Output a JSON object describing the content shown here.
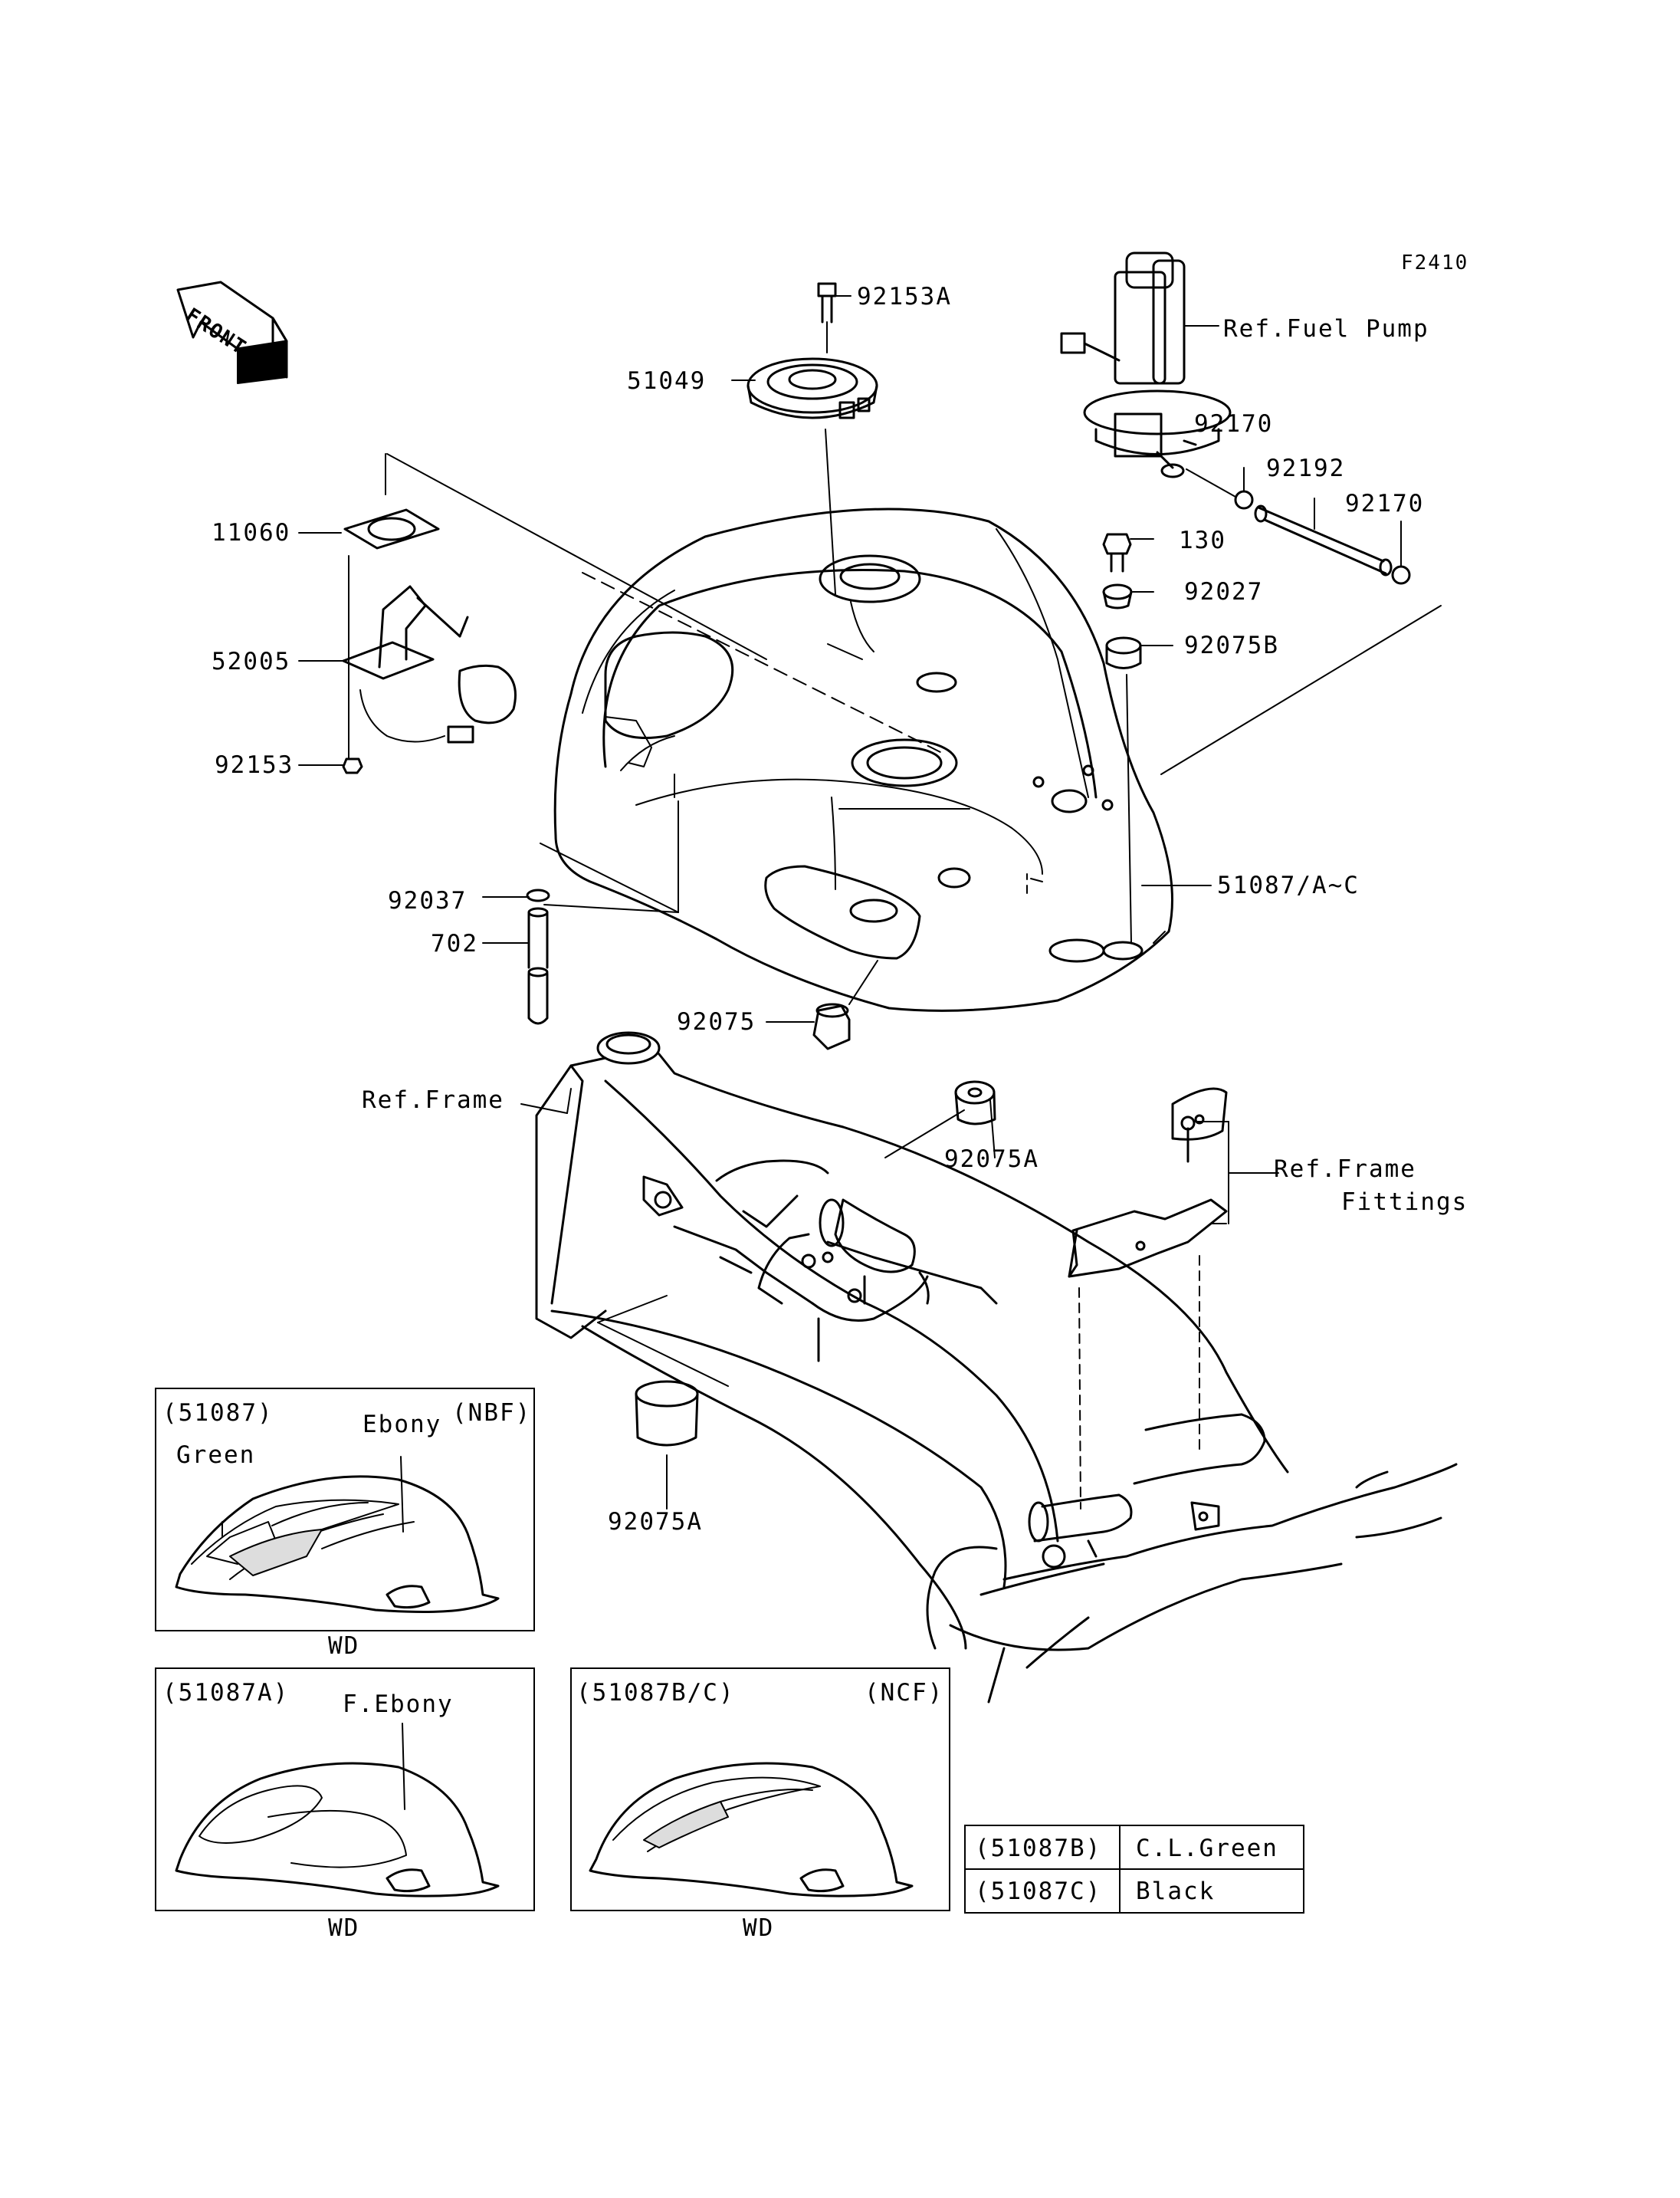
{
  "diagram_code": "F2410",
  "front_label": "FRONT",
  "callouts": {
    "p92153A": "92153A",
    "ref_fuel_pump": "Ref.Fuel Pump",
    "p51049": "51049",
    "p92170_left": "92170",
    "p92192": "92192",
    "p92170_right": "92170",
    "p11060": "11060",
    "p130": "130",
    "p92027": "92027",
    "p52005": "52005",
    "p92075B": "92075B",
    "p92153": "92153",
    "p51087": "51087/A~C",
    "p92037": "92037",
    "p702": "702",
    "p92075": "92075",
    "ref_frame": "Ref.Frame",
    "p92075A_upper": "92075A",
    "ref_frame_fittings_1": "Ref.Frame",
    "ref_frame_fittings_2": "Fittings",
    "p92075A_lower": "92075A"
  },
  "insets": [
    {
      "code": "(51087)",
      "region": "(NBF)",
      "labels": [
        "Ebony",
        "Green"
      ],
      "footer": "WD"
    },
    {
      "code": "(51087A)",
      "region": "",
      "labels": [
        "F.Ebony"
      ],
      "footer": "WD"
    },
    {
      "code": "(51087B/C)",
      "region": "(NCF)",
      "labels": [],
      "footer": "WD"
    }
  ],
  "color_table": [
    {
      "code": "(51087B)",
      "color": "C.L.Green"
    },
    {
      "code": "(51087C)",
      "color": "Black"
    }
  ],
  "colors": {
    "line": "#000000",
    "background": "#ffffff"
  }
}
